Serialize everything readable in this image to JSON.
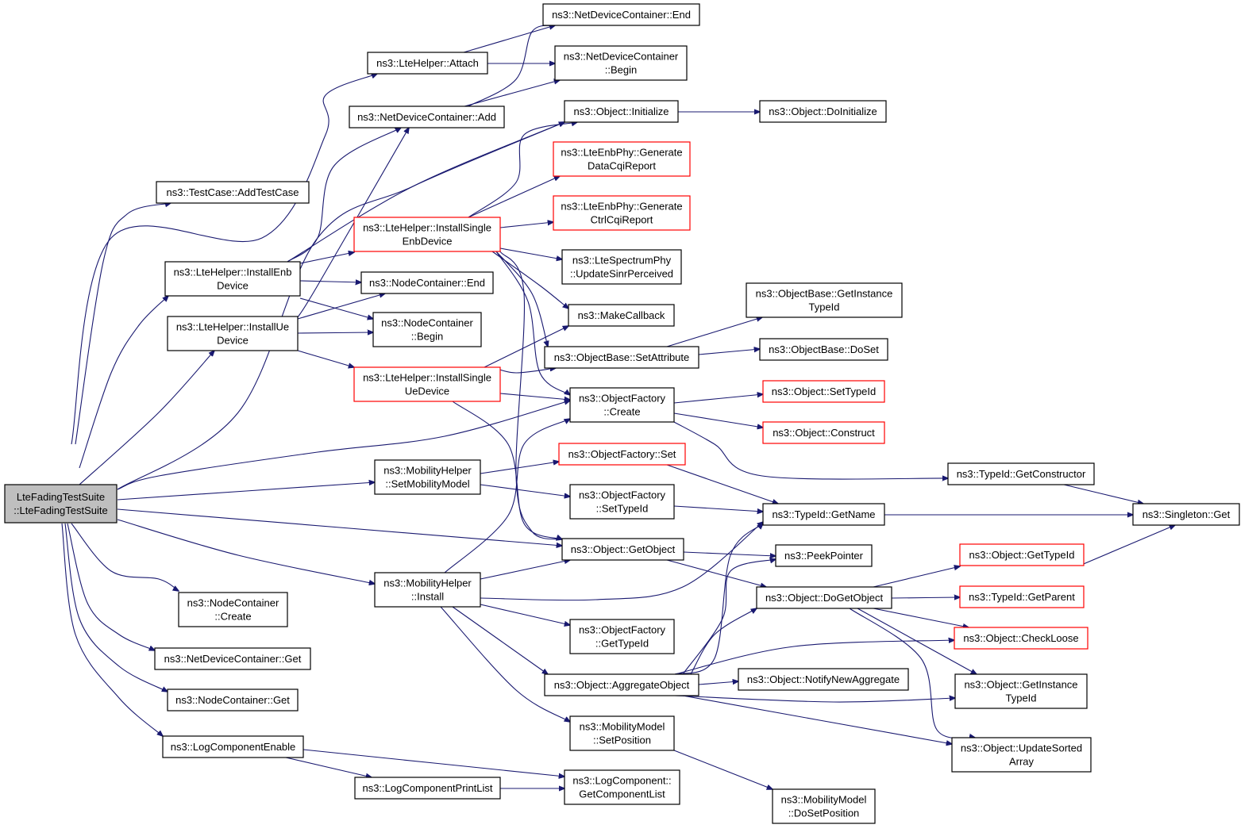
{
  "colors": {
    "edge": "#191970",
    "node_border": "#000000",
    "node_border_highlight": "#ff0000",
    "root_fill": "#bfbfbf",
    "node_fill": "#ffffff"
  },
  "nodes": {
    "root": {
      "lines": [
        "LteFadingTestSuite",
        "::LteFadingTestSuite"
      ]
    },
    "ndc_end": {
      "lines": [
        "ns3::NetDeviceContainer::End"
      ]
    },
    "ndc_begin": {
      "lines": [
        "ns3::NetDeviceContainer",
        "::Begin"
      ]
    },
    "lte_attach": {
      "lines": [
        "ns3::LteHelper::Attach"
      ]
    },
    "ndc_add": {
      "lines": [
        "ns3::NetDeviceContainer::Add"
      ]
    },
    "obj_initialize": {
      "lines": [
        "ns3::Object::Initialize"
      ]
    },
    "obj_doinitialize": {
      "lines": [
        "ns3::Object::DoInitialize"
      ]
    },
    "gen_data_cqi": {
      "lines": [
        "ns3::LteEnbPhy::Generate",
        "DataCqiReport"
      ]
    },
    "testcase_add": {
      "lines": [
        "ns3::TestCase::AddTestCase"
      ]
    },
    "gen_ctrl_cqi": {
      "lines": [
        "ns3::LteEnbPhy::Generate",
        "CtrlCqiReport"
      ]
    },
    "install_single_enb": {
      "lines": [
        "ns3::LteHelper::InstallSingle",
        "EnbDevice"
      ]
    },
    "spectrum_sinr": {
      "lines": [
        "ns3::LteSpectrumPhy",
        "::UpdateSinrPerceived"
      ]
    },
    "install_enb": {
      "lines": [
        "ns3::LteHelper::InstallEnb",
        "Device"
      ]
    },
    "nc_end": {
      "lines": [
        "ns3::NodeContainer::End"
      ]
    },
    "objbase_getinst": {
      "lines": [
        "ns3::ObjectBase::GetInstance",
        "TypeId"
      ]
    },
    "make_callback": {
      "lines": [
        "ns3::MakeCallback"
      ]
    },
    "nc_begin": {
      "lines": [
        "ns3::NodeContainer",
        "::Begin"
      ]
    },
    "install_ue": {
      "lines": [
        "ns3::LteHelper::InstallUe",
        "Device"
      ]
    },
    "objbase_doset": {
      "lines": [
        "ns3::ObjectBase::DoSet"
      ]
    },
    "objbase_setattr": {
      "lines": [
        "ns3::ObjectBase::SetAttribute"
      ]
    },
    "install_single_ue": {
      "lines": [
        "ns3::LteHelper::InstallSingle",
        "UeDevice"
      ]
    },
    "objfactory_create": {
      "lines": [
        "ns3::ObjectFactory",
        "::Create"
      ]
    },
    "obj_settypeid": {
      "lines": [
        "ns3::Object::SetTypeId"
      ]
    },
    "obj_construct": {
      "lines": [
        "ns3::Object::Construct"
      ]
    },
    "objfactory_set": {
      "lines": [
        "ns3::ObjectFactory::Set"
      ]
    },
    "mob_setmodel": {
      "lines": [
        "ns3::MobilityHelper",
        "::SetMobilityModel"
      ]
    },
    "typeid_getctor": {
      "lines": [
        "ns3::TypeId::GetConstructor"
      ]
    },
    "objfactory_settypeid": {
      "lines": [
        "ns3::ObjectFactory",
        "::SetTypeId"
      ]
    },
    "typeid_getname": {
      "lines": [
        "ns3::TypeId::GetName"
      ]
    },
    "singleton_get": {
      "lines": [
        "ns3::Singleton::Get"
      ]
    },
    "obj_getobject": {
      "lines": [
        "ns3::Object::GetObject"
      ]
    },
    "peek_pointer": {
      "lines": [
        "ns3::PeekPointer"
      ]
    },
    "obj_gettypeid": {
      "lines": [
        "ns3::Object::GetTypeId"
      ]
    },
    "mob_install": {
      "lines": [
        "ns3::MobilityHelper",
        "::Install"
      ]
    },
    "obj_dogetobject": {
      "lines": [
        "ns3::Object::DoGetObject"
      ]
    },
    "typeid_getparent": {
      "lines": [
        "ns3::TypeId::GetParent"
      ]
    },
    "nc_create": {
      "lines": [
        "ns3::NodeContainer",
        "::Create"
      ]
    },
    "objfactory_gettypeid": {
      "lines": [
        "ns3::ObjectFactory",
        "::GetTypeId"
      ]
    },
    "obj_checkloose": {
      "lines": [
        "ns3::Object::CheckLoose"
      ]
    },
    "ndc_get": {
      "lines": [
        "ns3::NetDeviceContainer::Get"
      ]
    },
    "obj_aggregate": {
      "lines": [
        "ns3::Object::AggregateObject"
      ]
    },
    "obj_notify": {
      "lines": [
        "ns3::Object::NotifyNewAggregate"
      ]
    },
    "obj_getinst": {
      "lines": [
        "ns3::Object::GetInstance",
        "TypeId"
      ]
    },
    "nc_get": {
      "lines": [
        "ns3::NodeContainer::Get"
      ]
    },
    "mobmodel_setpos": {
      "lines": [
        "ns3::MobilityModel",
        "::SetPosition"
      ]
    },
    "log_enable": {
      "lines": [
        "ns3::LogComponentEnable"
      ]
    },
    "obj_updatesorted": {
      "lines": [
        "ns3::Object::UpdateSorted",
        "Array"
      ]
    },
    "log_getlist": {
      "lines": [
        "ns3::LogComponent::",
        "GetComponentList"
      ]
    },
    "log_printlist": {
      "lines": [
        "ns3::LogComponentPrintList"
      ]
    },
    "mobmodel_dosetpos": {
      "lines": [
        "ns3::MobilityModel",
        "::DoSetPosition"
      ]
    }
  }
}
